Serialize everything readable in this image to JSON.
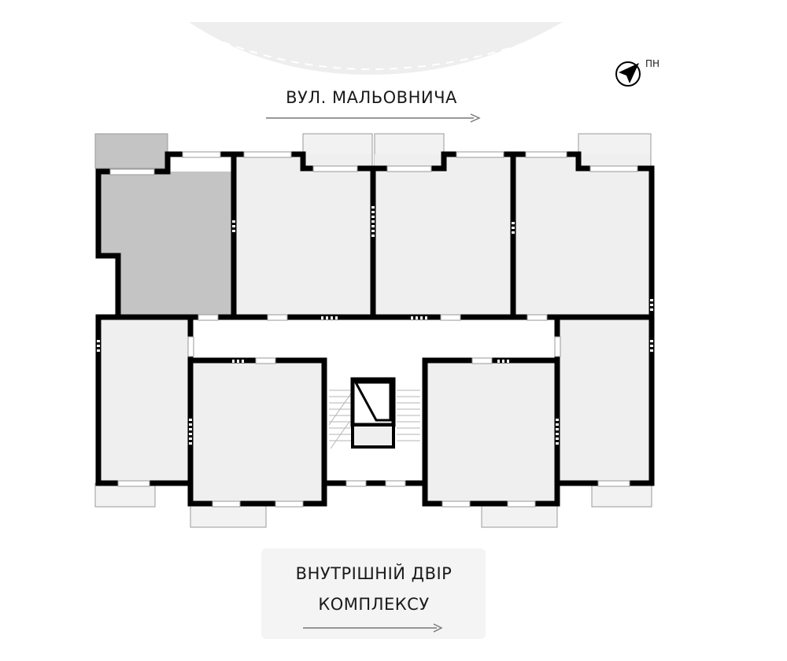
{
  "street": {
    "label": "ВУЛ. МАЛЬОВНИЧА"
  },
  "compass": {
    "label": "ПН",
    "icon": "north-arrow-icon"
  },
  "courtyard": {
    "line1": "ВНУТРІШНІЙ ДВІР",
    "line2": "КОМПЛЕКСУ"
  },
  "colors": {
    "wall": "#000000",
    "room_fill": "#efefef",
    "highlight_fill": "#c4c4c4",
    "balcony_fill": "#f2f2f2",
    "panel_fill": "#f4f4f4",
    "road_fill": "#eeeeee",
    "arrow": "#666666"
  },
  "plan": {
    "highlighted_unit": "top-left apartment",
    "apartments_count": 8
  }
}
